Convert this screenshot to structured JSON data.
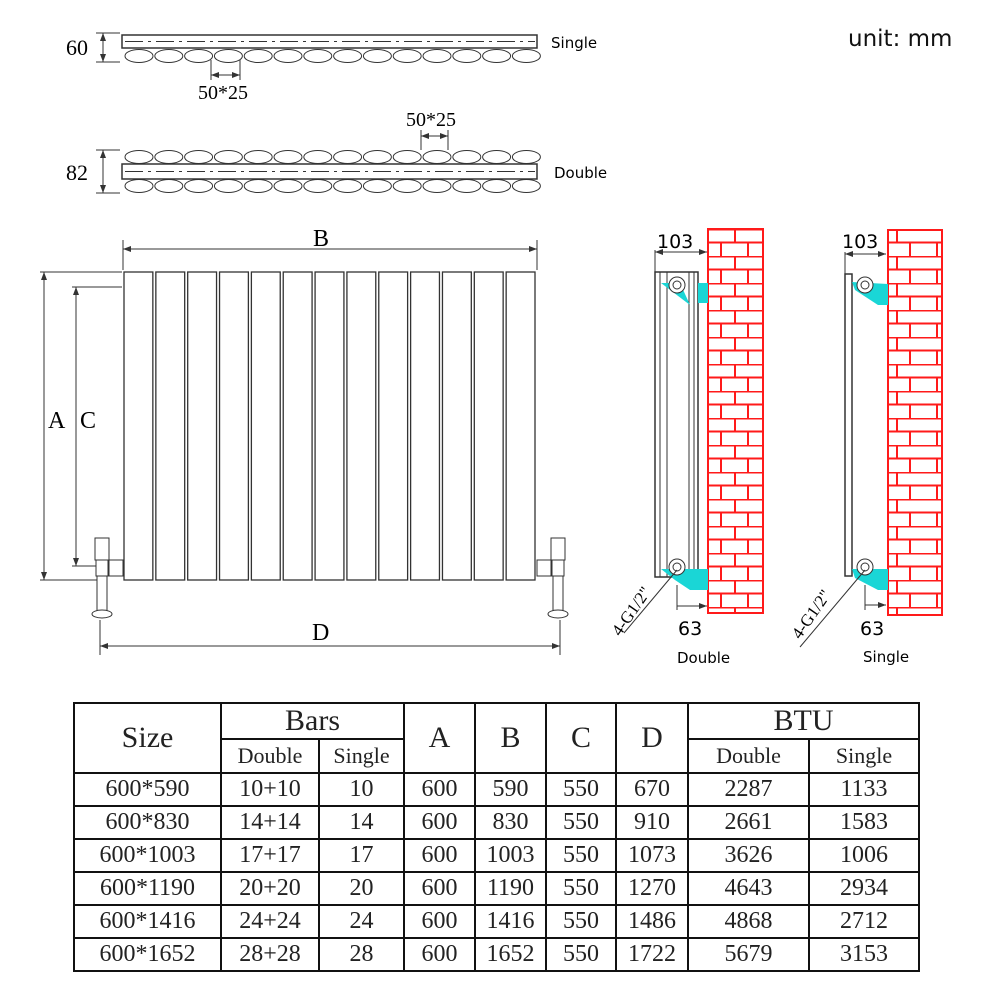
{
  "unit_label": "unit: mm",
  "top_views": {
    "single": {
      "label": "Single",
      "depth": "60",
      "bar_size": "50*25"
    },
    "double": {
      "label": "Double",
      "depth": "82",
      "bar_size": "50*25"
    }
  },
  "front_view": {
    "dim_b": "B",
    "dim_a": "A",
    "dim_c": "C",
    "dim_d": "D",
    "bar_count": 13
  },
  "side_views": [
    {
      "label": "Double",
      "depth": "103",
      "bracket": "63",
      "thread": "4-G1/2\""
    },
    {
      "label": "Single",
      "depth": "103",
      "bracket": "63",
      "thread": "4-G1/2\""
    }
  ],
  "colors": {
    "wall": "#ff1a1a",
    "bracket": "#1ad6d6"
  },
  "table": {
    "headers": {
      "size": "Size",
      "bars": "Bars",
      "a": "A",
      "b": "B",
      "c": "C",
      "d": "D",
      "btu": "BTU",
      "double": "Double",
      "single": "Single"
    },
    "rows": [
      [
        "600*590",
        "10+10",
        "10",
        "600",
        "590",
        "550",
        "670",
        "2287",
        "1133"
      ],
      [
        "600*830",
        "14+14",
        "14",
        "600",
        "830",
        "550",
        "910",
        "2661",
        "1583"
      ],
      [
        "600*1003",
        "17+17",
        "17",
        "600",
        "1003",
        "550",
        "1073",
        "3626",
        "1006"
      ],
      [
        "600*1190",
        "20+20",
        "20",
        "600",
        "1190",
        "550",
        "1270",
        "4643",
        "2934"
      ],
      [
        "600*1416",
        "24+24",
        "24",
        "600",
        "1416",
        "550",
        "1486",
        "4868",
        "2712"
      ],
      [
        "600*1652",
        "28+28",
        "28",
        "600",
        "1652",
        "550",
        "1722",
        "5679",
        "3153"
      ]
    ]
  }
}
